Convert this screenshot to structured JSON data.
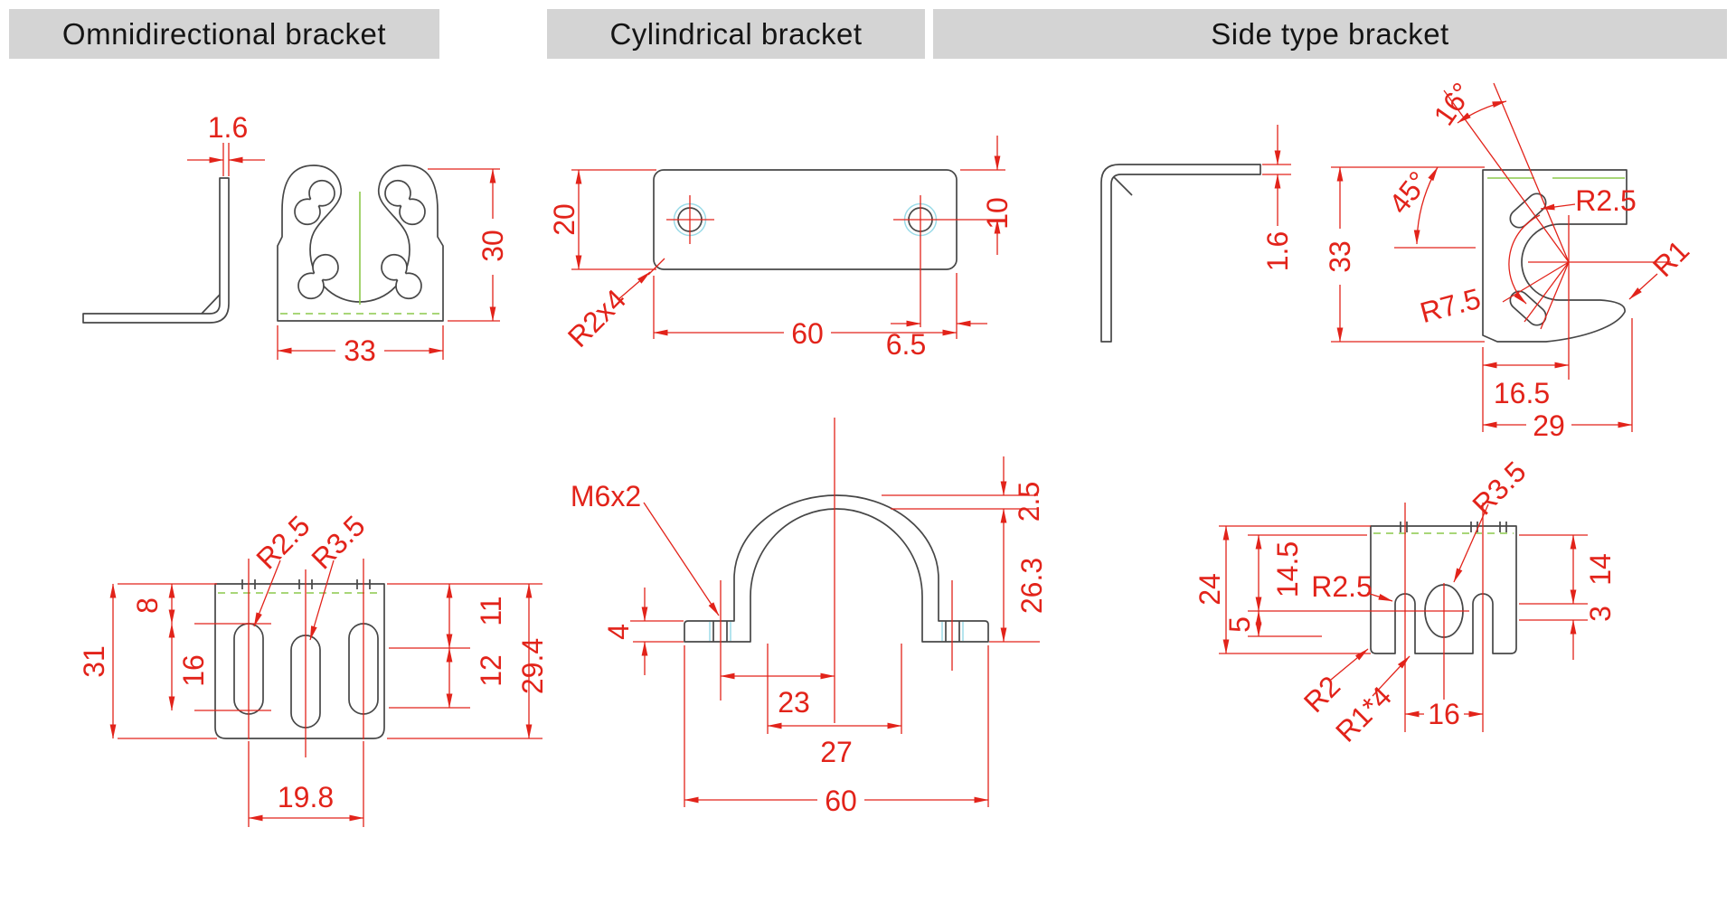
{
  "headers": {
    "col1": "Omnidirectional bracket",
    "col2": "Cylindrical bracket",
    "col3": "Side type bracket"
  },
  "colors": {
    "dimension_red": "#e2231a",
    "outline_gray": "#474747",
    "centerline_green": "#8cc84b",
    "hole_highlight_cyan": "#9adbe8",
    "header_bg": "#d4d4d4"
  },
  "panels": {
    "omni_top": {
      "thickness": "1.6",
      "height": "30",
      "width": "33"
    },
    "omni_bottom": {
      "radius_small": "R2.5",
      "radius_large": "R3.5",
      "top_offset": "8",
      "slot_length": "16",
      "height_total": "31",
      "seg_top": "11",
      "seg_mid": "12",
      "height_right": "29.4",
      "slot_span": "19.8"
    },
    "cyl_top": {
      "height": "20",
      "hole_top": "10",
      "hole_edge": "6.5",
      "width": "60",
      "corner_radius": "R2x4"
    },
    "cyl_bottom": {
      "thread": "M6x2",
      "foot_height": "4",
      "cap_thickness": "2.5",
      "arch_height": "26.3",
      "inner_span": "23",
      "feet_span": "27",
      "width": "60"
    },
    "side_top": {
      "thickness": "1.6",
      "height": "33",
      "angle_small": "16°",
      "angle_large": "45°",
      "radius_slot": "R2.5",
      "radius_mouth": "R7.5",
      "radius_hook": "R1",
      "center_offset": "16.5",
      "width": "29"
    },
    "side_bottom": {
      "radius_oval": "R3.5",
      "height_total": "24",
      "upper": "14.5",
      "lower": "5",
      "radius_notch": "R2.5",
      "radius_corner": "R2",
      "radius_fillets": "R1*4",
      "notch_span": "16",
      "right_upper": "14",
      "right_lower": "3"
    }
  }
}
